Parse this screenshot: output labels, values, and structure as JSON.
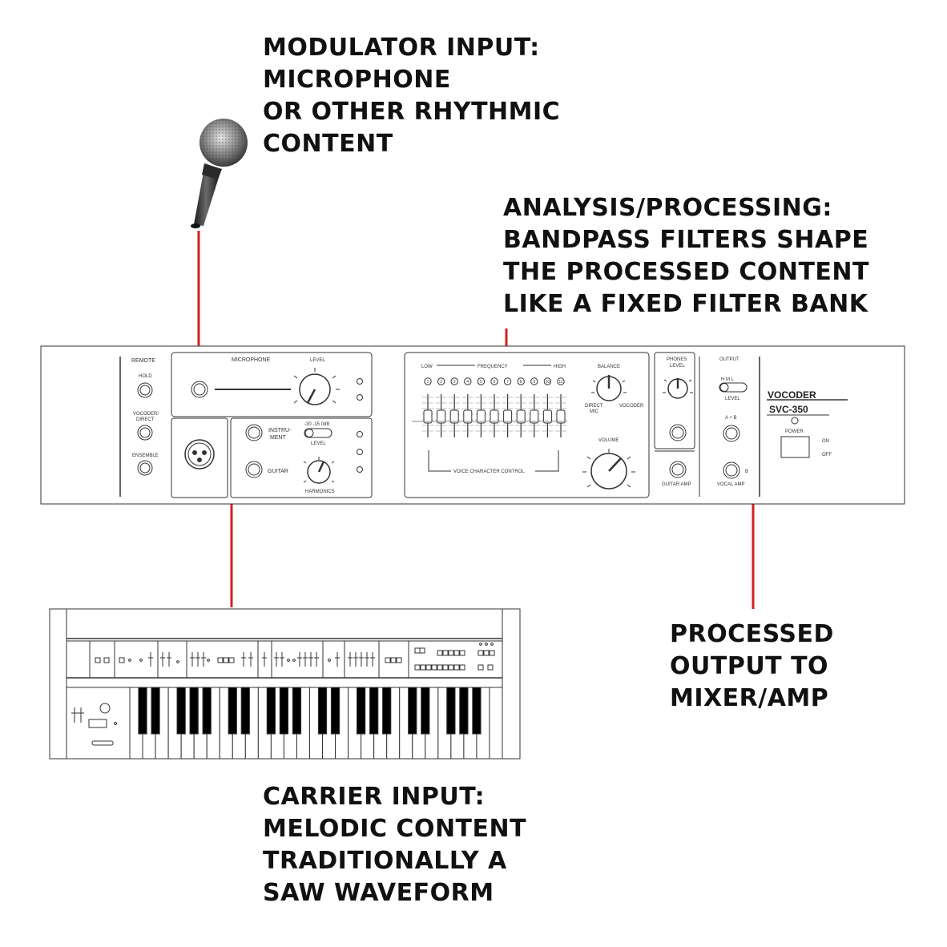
{
  "callouts": {
    "modulator": [
      "MODULATOR INPUT:",
      "MICROPHONE",
      "OR OTHER RHYTHMIC",
      "CONTENT"
    ],
    "analysis": [
      "ANALYSIS/PROCESSING:",
      "BANDPASS FILTERS SHAPE",
      "THE PROCESSED CONTENT",
      "LIKE A FIXED FILTER BANK"
    ],
    "output": [
      "PROCESSED",
      "OUTPUT TO",
      "MIXER/AMP"
    ],
    "carrier": [
      "CARRIER INPUT:",
      "MELODIC CONTENT",
      "TRADITIONALLY A",
      "SAW WAVEFORM"
    ]
  },
  "vocoder": {
    "brand": "VOCODER",
    "model": "SVC-350",
    "remote": "REMOTE",
    "hold": "HOLD",
    "vocoder_direct_1": "VOCODER/",
    "vocoder_direct_2": "DIRECT",
    "ensemble": "ENSEMBLE",
    "microphone": "MICROPHONE",
    "level": "LEVEL",
    "instrument_1": "INSTRU-",
    "instrument_2": "MENT",
    "guitar": "GUITAR",
    "db_scale": "-30  -15  0dB",
    "harmonics": "HARMONICS",
    "low": "LOW",
    "frequency": "FREQUENCY",
    "high": "HIGH",
    "band_numbers": [
      "1",
      "2",
      "3",
      "4",
      "5",
      "6",
      "7",
      "8",
      "9",
      "10",
      "11"
    ],
    "voice_character_control": "VOICE  CHARACTER  CONTROL",
    "balance": "BALANCE",
    "direct_mic_1": "DIRECT",
    "direct_mic_2": "MIC",
    "vocoder_small": "VOCODER",
    "volume": "VOLUME",
    "phones_1": "PHONES",
    "phones_2": "LEVEL",
    "guitar_amp": "GUITAR AMP",
    "output": "OUTPUT",
    "hml": "H   M   L",
    "ab": "A + B",
    "b": "B",
    "vocal_amp": "VOCAL AMP",
    "power": "POWER",
    "on": "ON",
    "off": "OFF"
  },
  "colors": {
    "connection_line": "#d42020",
    "outline": "#333333",
    "text": "#111111"
  },
  "icons": [
    "microphone-icon",
    "xlr-connector-icon",
    "keyboard-synthesizer-icon"
  ]
}
